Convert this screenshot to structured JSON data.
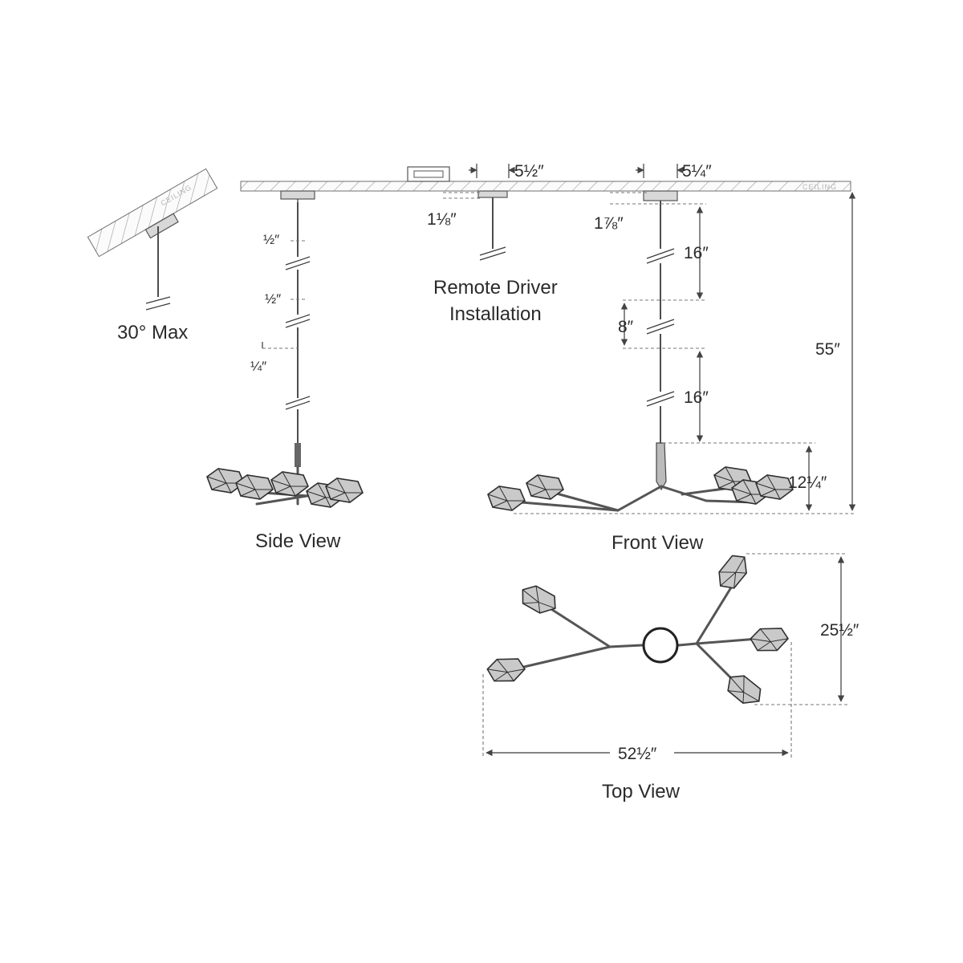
{
  "labels": {
    "side_view": "Side View",
    "front_view": "Front View",
    "top_view": "Top View",
    "remote_driver_line1": "Remote Driver",
    "remote_driver_line2": "Installation",
    "slope_max": "30° Max",
    "ceiling": "CEILING"
  },
  "dimensions": {
    "remote_canopy_width": "5½″",
    "remote_canopy_height": "1⅛″",
    "canopy_width": "5¼″",
    "canopy_height": "1⅞″",
    "side_rod_1": "½″",
    "side_rod_2": "½″",
    "side_rod_3": "¼″",
    "rod_upper": "16″",
    "rod_middle": "8″",
    "rod_lower": "16″",
    "fixture_height": "12¼″",
    "overall_height": "55″",
    "top_depth": "25½″",
    "top_width": "52½″"
  },
  "colors": {
    "line": "#333333",
    "shade": "#c9c9c9",
    "dimension_line": "#777777"
  }
}
